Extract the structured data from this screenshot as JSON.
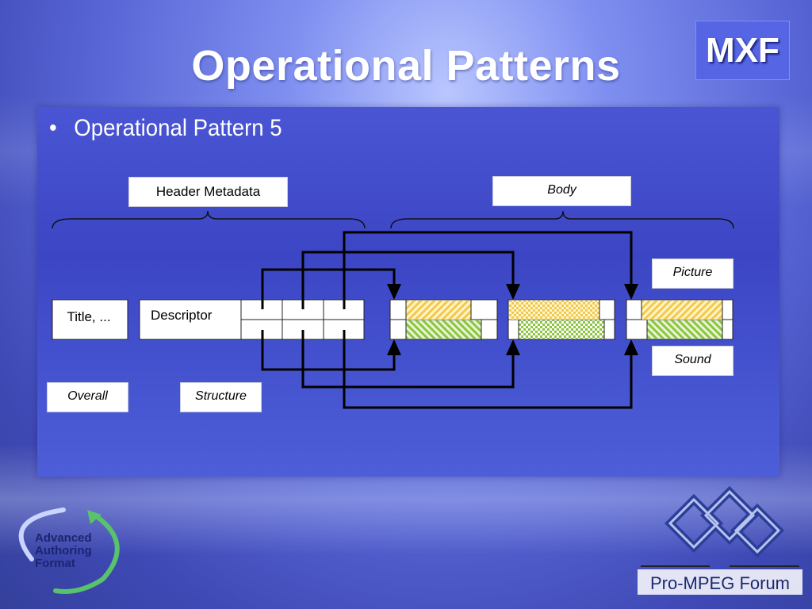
{
  "slide": {
    "title": "Operational Patterns",
    "badge": "MXF",
    "bullet": "Operational Pattern 5"
  },
  "diagram": {
    "header_label": "Header Metadata",
    "body_label": "Body",
    "picture_label": "Picture",
    "sound_label": "Sound",
    "title_cell": "Title, ...",
    "descriptor_cell": "Descriptor",
    "overall_label": "Overall",
    "structure_label": "Structure",
    "colors": {
      "picture_hatch": "#f2c94c",
      "sound_hatch": "#8cc63f",
      "arrow": "#000000"
    }
  },
  "logos": {
    "aaf_lines": [
      "Advanced",
      "Authoring",
      "Format"
    ],
    "pro_mpeg": "Pro-MPEG Forum"
  }
}
